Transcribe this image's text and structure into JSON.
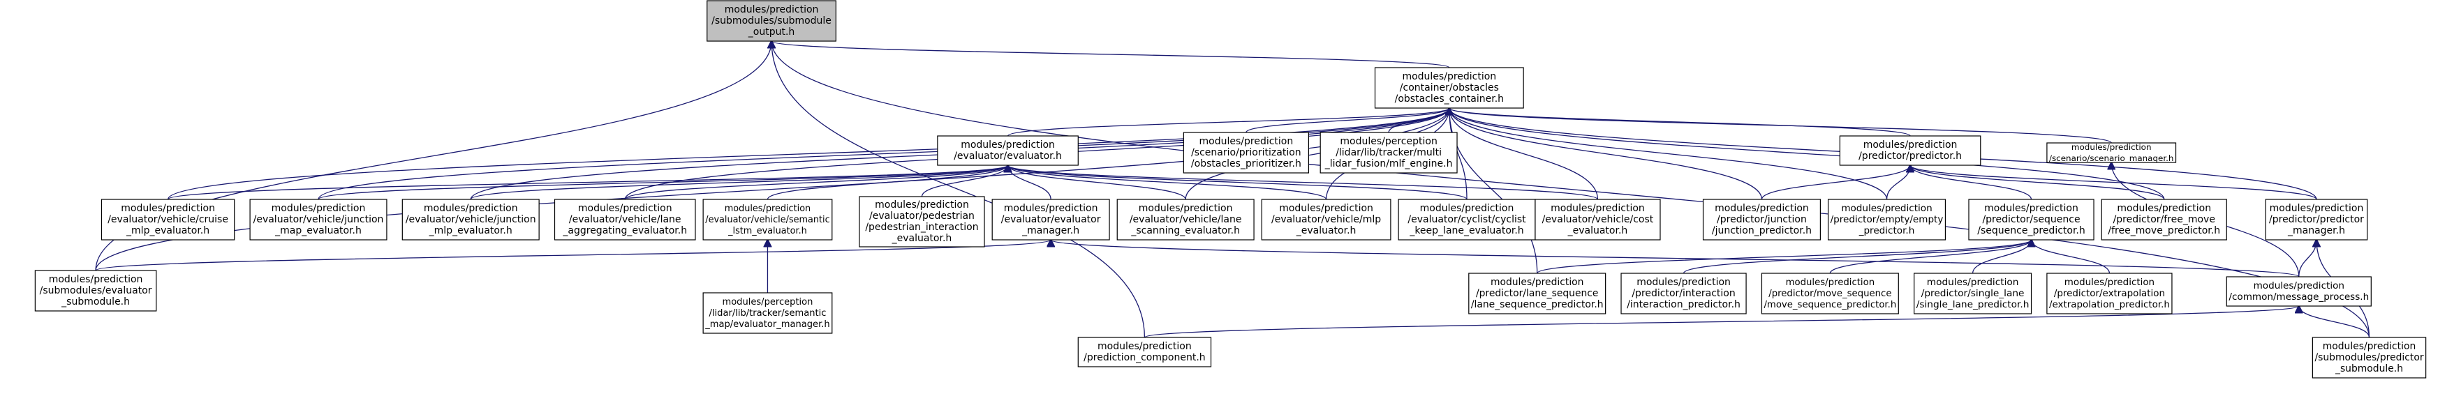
{
  "nodes": [
    {
      "id": "submodule_output",
      "lines": [
        "modules/prediction",
        "/submodules/submodule",
        "_output.h"
      ],
      "root": true
    },
    {
      "id": "obstacles_container",
      "lines": [
        "modules/prediction",
        "/container/obstacles",
        "/obstacles_container.h"
      ]
    },
    {
      "id": "evaluator",
      "lines": [
        "modules/prediction",
        "/evaluator/evaluator.h"
      ]
    },
    {
      "id": "obstacles_prioritizer",
      "lines": [
        "modules/prediction",
        "/scenario/prioritization",
        "/obstacles_prioritizer.h"
      ]
    },
    {
      "id": "mlf_engine",
      "lines": [
        "modules/perception",
        "/lidar/lib/tracker/multi",
        "_lidar_fusion/mlf_engine.h"
      ]
    },
    {
      "id": "predictor",
      "lines": [
        "modules/prediction",
        "/predictor/predictor.h"
      ]
    },
    {
      "id": "scenario_manager",
      "lines": [
        "modules/prediction",
        "/scenario/scenario_manager.h"
      ]
    },
    {
      "id": "cruise_mlp",
      "lines": [
        "modules/prediction",
        "/evaluator/vehicle/cruise",
        "_mlp_evaluator.h"
      ]
    },
    {
      "id": "junction_map",
      "lines": [
        "modules/prediction",
        "/evaluator/vehicle/junction",
        "_map_evaluator.h"
      ]
    },
    {
      "id": "junction_mlp",
      "lines": [
        "modules/prediction",
        "/evaluator/vehicle/junction",
        "_mlp_evaluator.h"
      ]
    },
    {
      "id": "lane_aggregating",
      "lines": [
        "modules/prediction",
        "/evaluator/vehicle/lane",
        "_aggregating_evaluator.h"
      ]
    },
    {
      "id": "semantic_lstm",
      "lines": [
        "modules/prediction",
        "/evaluator/vehicle/semantic",
        "_lstm_evaluator.h"
      ]
    },
    {
      "id": "pedestrian_interaction",
      "lines": [
        "modules/prediction",
        "/evaluator/pedestrian",
        "/pedestrian_interaction",
        "_evaluator.h"
      ]
    },
    {
      "id": "evaluator_manager",
      "lines": [
        "modules/prediction",
        "/evaluator/evaluator",
        "_manager.h"
      ]
    },
    {
      "id": "lane_scanning",
      "lines": [
        "modules/prediction",
        "/evaluator/vehicle/lane",
        "_scanning_evaluator.h"
      ]
    },
    {
      "id": "mlp_evaluator",
      "lines": [
        "modules/prediction",
        "/evaluator/vehicle/mlp",
        "_evaluator.h"
      ]
    },
    {
      "id": "cyclist_keep_lane",
      "lines": [
        "modules/prediction",
        "/evaluator/cyclist/cyclist",
        "_keep_lane_evaluator.h"
      ]
    },
    {
      "id": "cost_evaluator",
      "lines": [
        "modules/prediction",
        "/evaluator/vehicle/cost",
        "_evaluator.h"
      ]
    },
    {
      "id": "junction_predictor",
      "lines": [
        "modules/prediction",
        "/predictor/junction",
        "/junction_predictor.h"
      ]
    },
    {
      "id": "empty_predictor",
      "lines": [
        "modules/prediction",
        "/predictor/empty/empty",
        "_predictor.h"
      ]
    },
    {
      "id": "sequence_predictor",
      "lines": [
        "modules/prediction",
        "/predictor/sequence",
        "/sequence_predictor.h"
      ]
    },
    {
      "id": "free_move_predictor",
      "lines": [
        "modules/prediction",
        "/predictor/free_move",
        "/free_move_predictor.h"
      ]
    },
    {
      "id": "predictor_manager",
      "lines": [
        "modules/prediction",
        "/predictor/predictor",
        "_manager.h"
      ]
    },
    {
      "id": "evaluator_submodule",
      "lines": [
        "modules/prediction",
        "/submodules/evaluator",
        "_submodule.h"
      ]
    },
    {
      "id": "semantic_map_evaluator_manager",
      "lines": [
        "modules/perception",
        "/lidar/lib/tracker/semantic",
        "_map/evaluator_manager.h"
      ]
    },
    {
      "id": "lane_sequence_predictor",
      "lines": [
        "modules/prediction",
        "/predictor/lane_sequence",
        "/lane_sequence_predictor.h"
      ]
    },
    {
      "id": "interaction_predictor",
      "lines": [
        "modules/prediction",
        "/predictor/interaction",
        "/interaction_predictor.h"
      ]
    },
    {
      "id": "move_sequence_predictor",
      "lines": [
        "modules/prediction",
        "/predictor/move_sequence",
        "/move_sequence_predictor.h"
      ]
    },
    {
      "id": "single_lane_predictor",
      "lines": [
        "modules/prediction",
        "/predictor/single_lane",
        "/single_lane_predictor.h"
      ]
    },
    {
      "id": "extrapolation_predictor",
      "lines": [
        "modules/prediction",
        "/predictor/extrapolation",
        "/extrapolation_predictor.h"
      ]
    },
    {
      "id": "message_process",
      "lines": [
        "modules/prediction",
        "/common/message_process.h"
      ]
    },
    {
      "id": "prediction_component",
      "lines": [
        "modules/prediction",
        "/prediction_component.h"
      ]
    },
    {
      "id": "predictor_submodule",
      "lines": [
        "modules/prediction",
        "/submodules/predictor",
        "_submodule.h"
      ]
    }
  ],
  "edges": [
    {
      "from": "obstacles_container",
      "to": "submodule_output"
    },
    {
      "from": "evaluator_submodule",
      "to": "submodule_output"
    },
    {
      "from": "prediction_component",
      "to": "submodule_output"
    },
    {
      "from": "predictor_submodule",
      "to": "submodule_output"
    },
    {
      "from": "evaluator",
      "to": "obstacles_container"
    },
    {
      "from": "obstacles_prioritizer",
      "to": "obstacles_container"
    },
    {
      "from": "mlf_engine",
      "to": "obstacles_container"
    },
    {
      "from": "predictor",
      "to": "obstacles_container"
    },
    {
      "from": "scenario_manager",
      "to": "obstacles_container"
    },
    {
      "from": "cruise_mlp",
      "to": "obstacles_container"
    },
    {
      "from": "junction_map",
      "to": "obstacles_container"
    },
    {
      "from": "junction_mlp",
      "to": "obstacles_container"
    },
    {
      "from": "lane_aggregating",
      "to": "obstacles_container"
    },
    {
      "from": "lane_scanning",
      "to": "obstacles_container"
    },
    {
      "from": "mlp_evaluator",
      "to": "obstacles_container"
    },
    {
      "from": "cyclist_keep_lane",
      "to": "obstacles_container"
    },
    {
      "from": "cost_evaluator",
      "to": "obstacles_container"
    },
    {
      "from": "junction_predictor",
      "to": "obstacles_container"
    },
    {
      "from": "empty_predictor",
      "to": "obstacles_container"
    },
    {
      "from": "free_move_predictor",
      "to": "obstacles_container"
    },
    {
      "from": "predictor_manager",
      "to": "obstacles_container"
    },
    {
      "from": "evaluator_submodule",
      "to": "obstacles_container"
    },
    {
      "from": "lane_sequence_predictor",
      "to": "obstacles_container"
    },
    {
      "from": "cruise_mlp",
      "to": "evaluator"
    },
    {
      "from": "junction_map",
      "to": "evaluator"
    },
    {
      "from": "junction_mlp",
      "to": "evaluator"
    },
    {
      "from": "lane_aggregating",
      "to": "evaluator"
    },
    {
      "from": "semantic_lstm",
      "to": "evaluator"
    },
    {
      "from": "pedestrian_interaction",
      "to": "evaluator"
    },
    {
      "from": "evaluator_manager",
      "to": "evaluator"
    },
    {
      "from": "lane_scanning",
      "to": "evaluator"
    },
    {
      "from": "mlp_evaluator",
      "to": "evaluator"
    },
    {
      "from": "cyclist_keep_lane",
      "to": "evaluator"
    },
    {
      "from": "cost_evaluator",
      "to": "evaluator"
    },
    {
      "from": "junction_predictor",
      "to": "predictor"
    },
    {
      "from": "empty_predictor",
      "to": "predictor"
    },
    {
      "from": "sequence_predictor",
      "to": "predictor"
    },
    {
      "from": "free_move_predictor",
      "to": "predictor"
    },
    {
      "from": "predictor_manager",
      "to": "predictor"
    },
    {
      "from": "message_process",
      "to": "scenario_manager"
    },
    {
      "from": "semantic_map_evaluator_manager",
      "to": "semantic_lstm"
    },
    {
      "from": "evaluator_submodule",
      "to": "evaluator_manager"
    },
    {
      "from": "message_process",
      "to": "evaluator_manager"
    },
    {
      "from": "lane_sequence_predictor",
      "to": "sequence_predictor"
    },
    {
      "from": "interaction_predictor",
      "to": "sequence_predictor"
    },
    {
      "from": "move_sequence_predictor",
      "to": "sequence_predictor"
    },
    {
      "from": "single_lane_predictor",
      "to": "sequence_predictor"
    },
    {
      "from": "extrapolation_predictor",
      "to": "sequence_predictor"
    },
    {
      "from": "message_process",
      "to": "predictor_manager"
    },
    {
      "from": "predictor_submodule",
      "to": "predictor_manager"
    },
    {
      "from": "prediction_component",
      "to": "message_process"
    },
    {
      "from": "predictor_submodule",
      "to": "message_process"
    }
  ]
}
